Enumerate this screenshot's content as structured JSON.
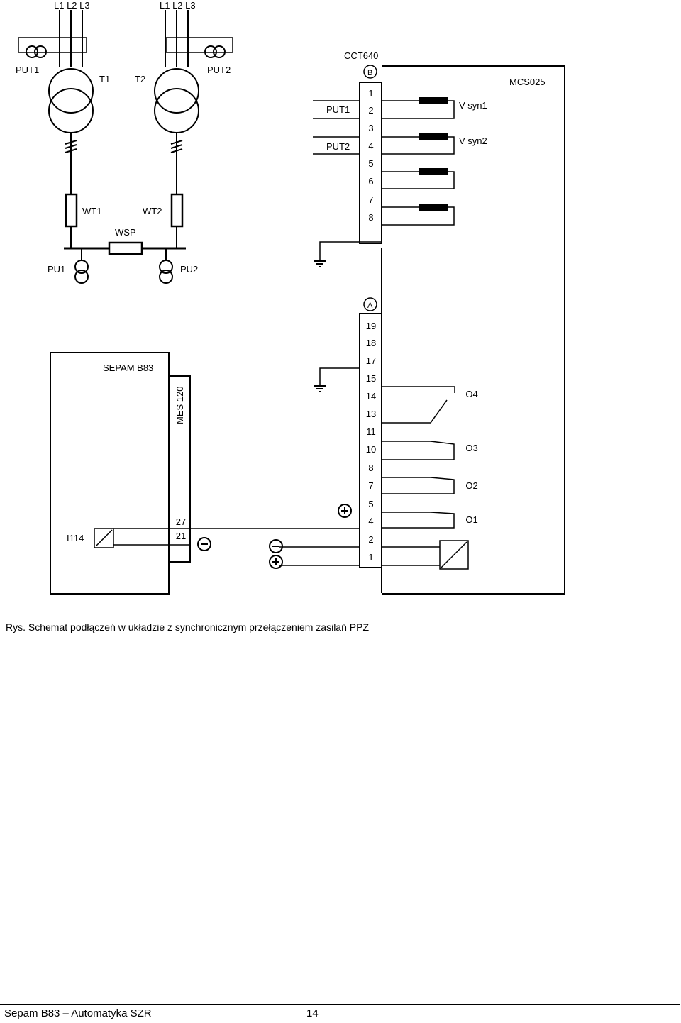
{
  "diagram": {
    "feeders": {
      "left_phases": "L1 L2 L3",
      "right_phases": "L1 L2 L3",
      "put1": "PUT1",
      "put2": "PUT2",
      "t1": "T1",
      "t2": "T2",
      "wt1": "WT1",
      "wt2": "WT2",
      "wsp": "WSP",
      "pu1": "PU1",
      "pu2": "PU2"
    },
    "cct640": {
      "label": "CCT640",
      "connector": "B",
      "terminals": [
        "1",
        "2",
        "3",
        "4",
        "5",
        "6",
        "7",
        "8"
      ],
      "input_put1": "PUT1",
      "input_put2": "PUT2"
    },
    "mcs025": {
      "label": "MCS025",
      "vsyn1": "V syn1",
      "vsyn2": "V syn2",
      "connector": "A",
      "terminals": [
        "19",
        "18",
        "17",
        "15",
        "14",
        "13",
        "11",
        "10",
        "8",
        "7",
        "5",
        "4",
        "2",
        "1"
      ],
      "outputs": [
        "O4",
        "O3",
        "O2",
        "O1"
      ]
    },
    "sepam": {
      "label": "SEPAM B83",
      "module": "MES 120",
      "terminals": [
        "27",
        "21"
      ],
      "input": "I114"
    }
  },
  "caption": "Rys. Schemat podłączeń w układzie z synchronicznym przełączeniem zasilań PPZ",
  "footer": {
    "title": "Sepam B83 – Automatyka SZR",
    "page": "14"
  }
}
